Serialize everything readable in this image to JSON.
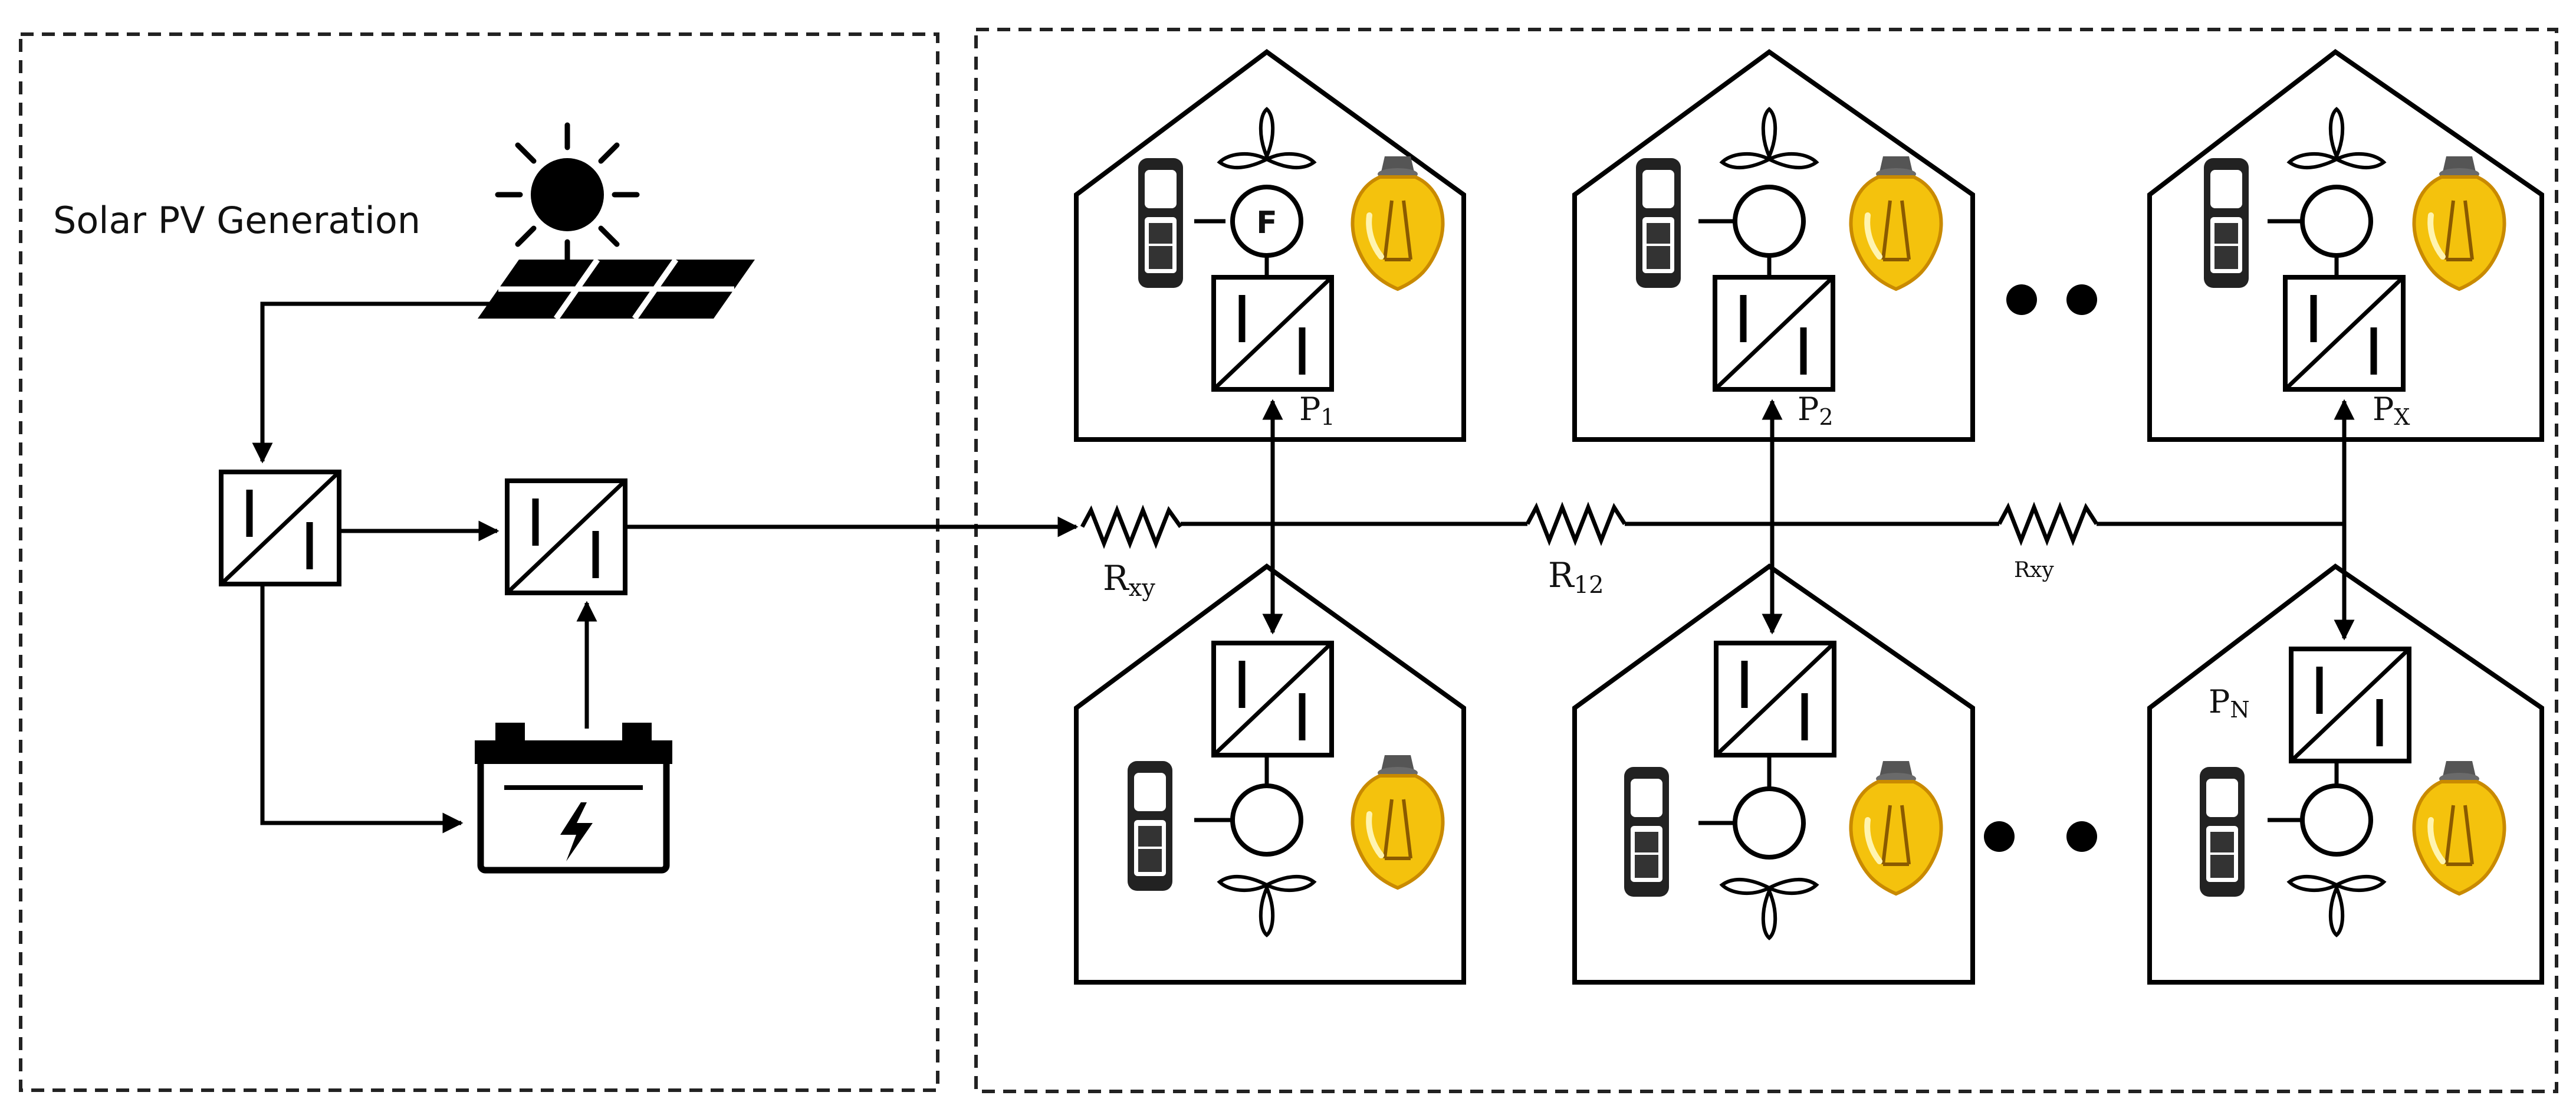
{
  "labels": {
    "solar_title": "Solar PV Generation",
    "fan_letter": "F",
    "p1": "P",
    "p1_sub": "1",
    "p2": "P",
    "p2_sub": "2",
    "px": "P",
    "px_sub": "X",
    "pn": "P",
    "pn_sub": "N",
    "r_xy": "R",
    "r_xy_sub": "xy",
    "r_12": "R",
    "r_12_sub": "12",
    "r_xy2": "Rxy"
  },
  "colors": {
    "bulb": "#f4c20d",
    "bulb_dark": "#d89b00",
    "line": "#000000"
  },
  "icons": [
    "sun-icon",
    "solar-panel-icon",
    "battery-icon",
    "converter-icon",
    "wind-turbine-icon",
    "phone-icon",
    "light-bulb-icon",
    "resistor-icon"
  ]
}
